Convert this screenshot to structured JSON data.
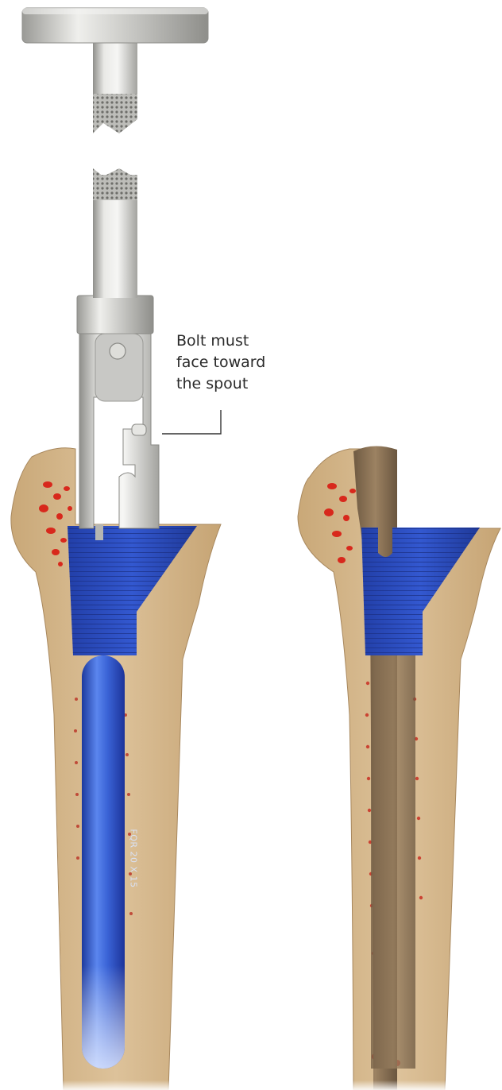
{
  "callout": {
    "lines": [
      "Bolt must",
      "face toward",
      "the spout"
    ]
  },
  "rod": {
    "label": "FQR 20 X 15"
  },
  "colors": {
    "bone": "#d8b88e",
    "bone_dark": "#b89566",
    "marrow_red": "#d8281c",
    "implant_blue": "#2f4fc4",
    "rod_blue": "#3f6fdd",
    "metal": "#d9d9d6",
    "metal_dark": "#9a9a96",
    "trial_stem": "#8d7456",
    "leader_line": "#333333"
  },
  "icons": {
    "left_view": "instrument-inserted-illustration",
    "right_view": "trial-stem-illustration"
  }
}
